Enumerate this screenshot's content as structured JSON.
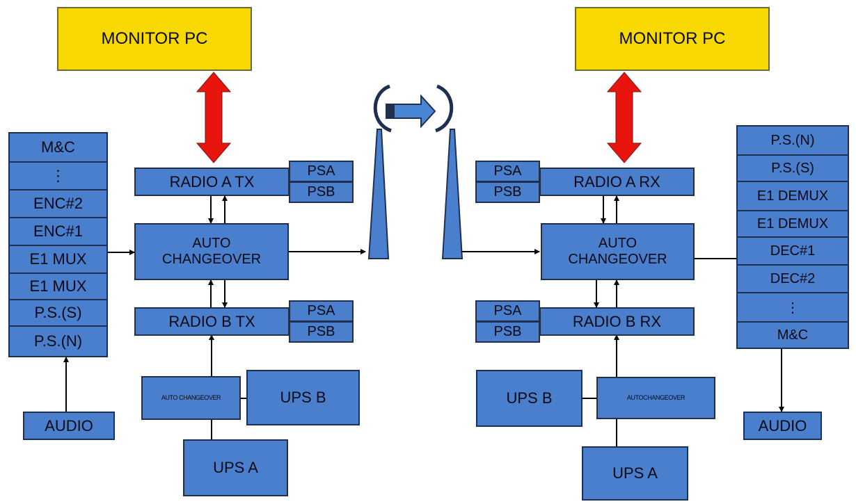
{
  "colors": {
    "block": "#4a7fce",
    "block_border": "#1f2f4f",
    "monitor": "#f7d800",
    "bidir_arrow": "#e8150f",
    "link_arrow": "#4a86d6"
  },
  "tx": {
    "monitor": "MONITOR PC",
    "mux_stack": [
      "M&C",
      "⋮",
      "ENC#2",
      "ENC#1",
      "E1 MUX",
      "E1 MUX",
      "P.S.(S)",
      "P.S.(N)"
    ],
    "audio": "AUDIO",
    "radio_a": "RADIO A TX",
    "radio_b": "RADIO B TX",
    "psa": "PSA",
    "psb": "PSB",
    "auto_changeover": [
      "AUTO",
      "CHANGEOVER"
    ],
    "power_auto_changeover": "AUTO CHANGEOVER",
    "ups_a": "UPS A",
    "ups_b": "UPS B"
  },
  "rx": {
    "monitor": "MONITOR PC",
    "demux_stack": [
      "P.S.(N)",
      "P.S.(S)",
      "E1 DEMUX",
      "E1 DEMUX",
      "DEC#1",
      "DEC#2",
      "⋮",
      "M&C"
    ],
    "audio": "AUDIO",
    "radio_a": "RADIO A RX",
    "radio_b": "RADIO B RX",
    "psa": "PSA",
    "psb": "PSB",
    "auto_changeover": [
      "AUTO",
      "CHANGEOVER"
    ],
    "power_auto_changeover": "AUTOCHANGEOVER",
    "ups_a": "UPS A",
    "ups_b": "UPS B"
  }
}
